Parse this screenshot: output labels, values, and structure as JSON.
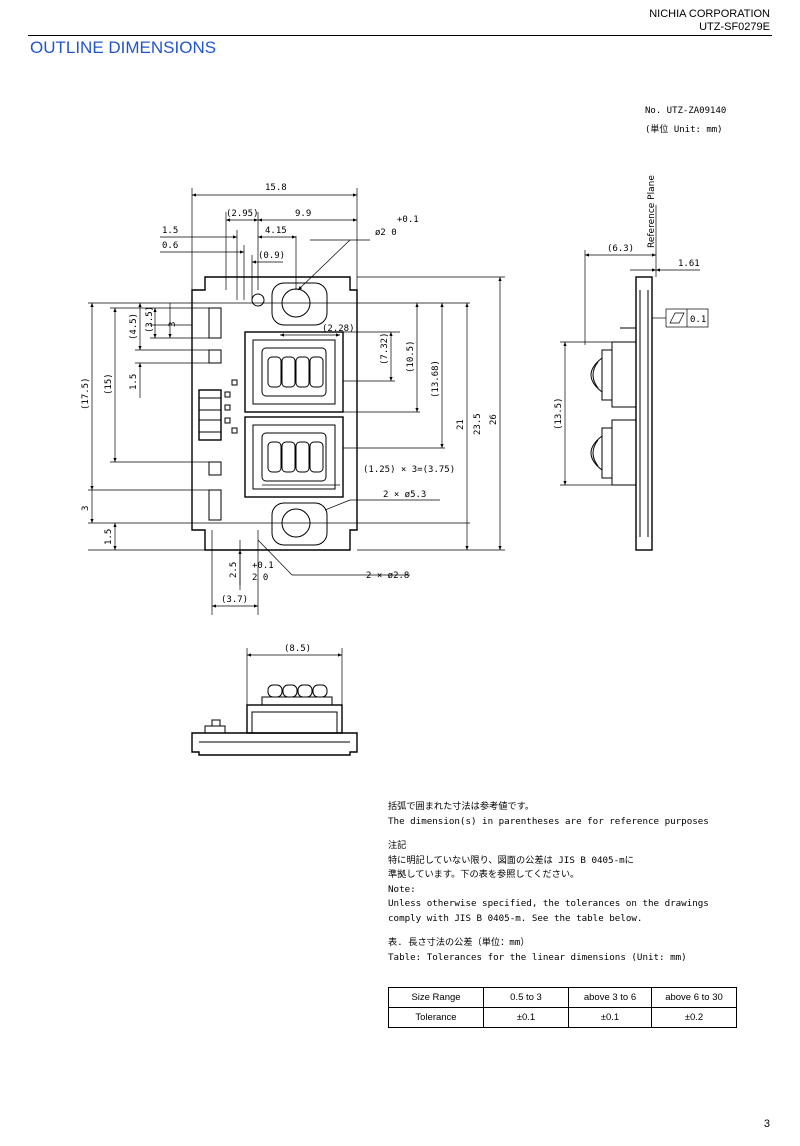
{
  "header": {
    "company": "NICHIA CORPORATION",
    "doc_number": "UTZ-SF0279E",
    "title": "OUTLINE DIMENSIONS"
  },
  "drawing": {
    "drawing_no": "No. UTZ-ZA09140",
    "unit": "(単位 Unit: mm)",
    "reference_plane": "Reference Plane",
    "dims": {
      "w15_8": "15.8",
      "w2_95": "(2.95)",
      "w9_9": "9.9",
      "w1_5": "1.5",
      "w4_15": "4.15",
      "w0_6": "0.6",
      "w0_9": "(0.9)",
      "tol_top": "+0.1",
      "hole_top": "ø2  0",
      "h2_28": "(2.28)",
      "h4_5": "(4.5)",
      "h3_5": "(3.5)",
      "h3a": "3",
      "h15": "(15)",
      "h17_5": "(17.5)",
      "h1_5a": "1.5",
      "h7_32": "(7.32)",
      "h10_5": "(10.5)",
      "h13_68": "(13.68)",
      "h21": "21",
      "h23_5": "23.5",
      "h26": "26",
      "pitch": "(1.25) × 3=(3.75)",
      "hole_big": "2 × ø5.3",
      "h3b": "3",
      "h1_5b": "1.5",
      "h2_5": "2.5",
      "tol_bottom": "+0.1",
      "val_bottom": "2  0",
      "hole_small": "2 × ø2.8",
      "w3_7": "(3.7)",
      "s6_3": "(6.3)",
      "s1_61": "1.61",
      "flatness": "0.1",
      "s13_5": "(13.5)",
      "b8_5": "(8.5)"
    }
  },
  "notes": {
    "ref_jp": "括弧で囲まれた寸法は参考値です。",
    "ref_en": "The dimension(s) in parentheses are for reference purposes",
    "note_jp_head": "注記",
    "note_jp_1": "特に明記していない限り、図面の公差は JIS B 0405-mに",
    "note_jp_2": "準拠しています。下の表を参照してください。",
    "note_en_head": "Note:",
    "note_en_1": "Unless otherwise specified, the tolerances on the drawings",
    "note_en_2": "comply with JIS B 0405-m. See the table below.",
    "table_jp": "表. 長さ寸法の公差（単位：mm）",
    "table_en": "Table: Tolerances for the linear dimensions (Unit: mm)"
  },
  "tolerance_table": {
    "header": [
      "Size Range",
      "0.5 to 3",
      "above 3 to 6",
      "above 6 to 30"
    ],
    "row": [
      "Tolerance",
      "±0.1",
      "±0.1",
      "±0.2"
    ]
  },
  "page_number": "3"
}
